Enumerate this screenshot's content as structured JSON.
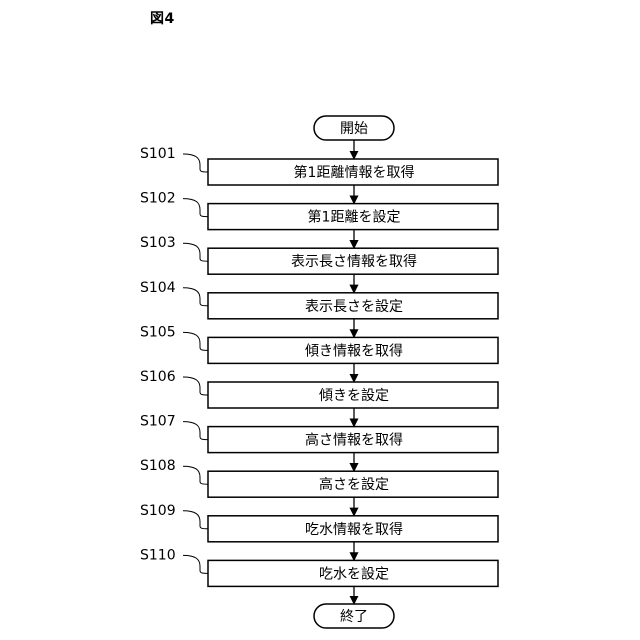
{
  "figure_label": "図4",
  "start_label": "開始",
  "end_label": "終了",
  "steps": [
    {
      "id": "S101",
      "label": "第1距離情報を取得"
    },
    {
      "id": "S102",
      "label": "第1距離を設定"
    },
    {
      "id": "S103",
      "label": "表示長さ情報を取得"
    },
    {
      "id": "S104",
      "label": "表示長さを設定"
    },
    {
      "id": "S105",
      "label": "傾き情報を取得"
    },
    {
      "id": "S106",
      "label": "傾きを設定"
    },
    {
      "id": "S107",
      "label": "高さ情報を取得"
    },
    {
      "id": "S108",
      "label": "高さを設定"
    },
    {
      "id": "S109",
      "label": "吃水情報を取得"
    },
    {
      "id": "S110",
      "label": "吃水を設定"
    }
  ]
}
